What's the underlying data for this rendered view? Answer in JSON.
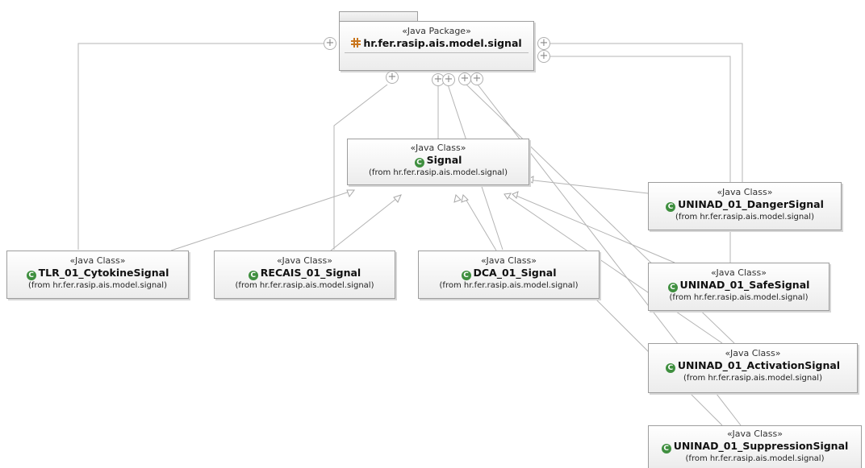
{
  "package": {
    "stereotype": "«Java Package»",
    "name": "hr.fer.rasip.ais.model.signal",
    "icon": "package-icon"
  },
  "classes": {
    "signal": {
      "stereotype": "«Java Class»",
      "name": "Signal",
      "from": "(from hr.fer.rasip.ais.model.signal)"
    },
    "tlr": {
      "stereotype": "«Java Class»",
      "name": "TLR_01_CytokineSignal",
      "from": "(from hr.fer.rasip.ais.model.signal)"
    },
    "recais": {
      "stereotype": "«Java Class»",
      "name": "RECAIS_01_Signal",
      "from": "(from hr.fer.rasip.ais.model.signal)"
    },
    "dca": {
      "stereotype": "«Java Class»",
      "name": "DCA_01_Signal",
      "from": "(from hr.fer.rasip.ais.model.signal)"
    },
    "danger": {
      "stereotype": "«Java Class»",
      "name": "UNINAD_01_DangerSignal",
      "from": "(from hr.fer.rasip.ais.model.signal)"
    },
    "safe": {
      "stereotype": "«Java Class»",
      "name": "UNINAD_01_SafeSignal",
      "from": "(from hr.fer.rasip.ais.model.signal)"
    },
    "activation": {
      "stereotype": "«Java Class»",
      "name": "UNINAD_01_ActivationSignal",
      "from": "(from hr.fer.rasip.ais.model.signal)"
    },
    "suppression": {
      "stereotype": "«Java Class»",
      "name": "UNINAD_01_SuppressionSignal",
      "from": "(from hr.fer.rasip.ais.model.signal)"
    }
  },
  "icons": {
    "class": "class-icon",
    "containment": "plus-circle-icon"
  },
  "colors": {
    "class_icon": "#3f8f3f",
    "package_icon": "#c9761e",
    "line": "#b4b4b4",
    "border": "#9d9d9d"
  }
}
